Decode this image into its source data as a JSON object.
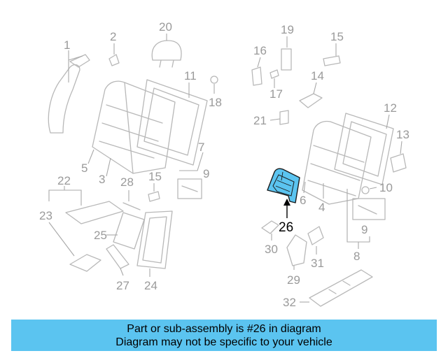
{
  "diagram": {
    "highlight_color": "#5bc4f0",
    "callouts": [
      "1",
      "2",
      "3",
      "4",
      "5",
      "6",
      "7",
      "8",
      "9",
      "9",
      "10",
      "11",
      "12",
      "13",
      "14",
      "15",
      "15",
      "16",
      "17",
      "18",
      "19",
      "20",
      "21",
      "22",
      "23",
      "24",
      "25",
      "26",
      "27",
      "28",
      "29",
      "30",
      "31",
      "32"
    ],
    "highlighted_part": "26"
  },
  "banner": {
    "line1": "Part or sub-assembly is #26 in diagram",
    "line2": "Diagram may not be specific to your vehicle"
  }
}
